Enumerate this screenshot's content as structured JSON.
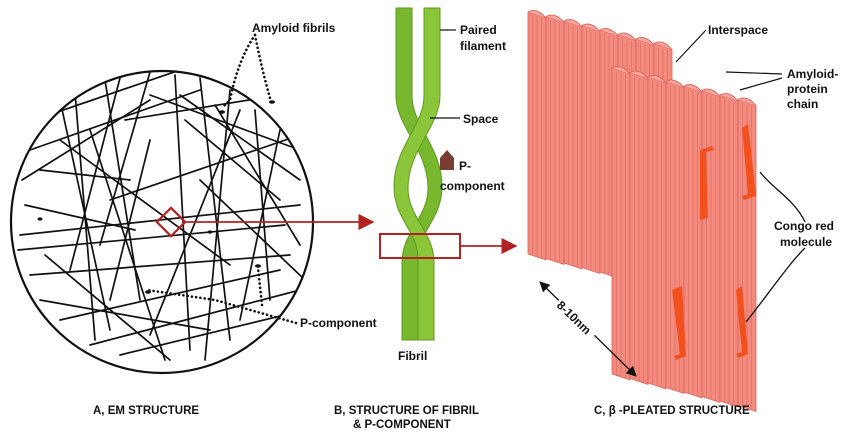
{
  "panel_a": {
    "label_fibrils": "Amyloid fibrils",
    "label_pcomp": "P-component",
    "caption": "A, EM STRUCTURE"
  },
  "panel_b": {
    "label_paired_1": "Paired",
    "label_paired_2": "filament",
    "label_space": "Space",
    "label_pcomp_1": "P-",
    "label_pcomp_2": "component",
    "label_fibril": "Fibril",
    "caption_1": "B, STRUCTURE OF FIBRIL",
    "caption_2": "& P-COMPONENT"
  },
  "panel_c": {
    "label_interspace": "Interspace",
    "label_chain_1": "Amyloid-",
    "label_chain_2": "protein",
    "label_chain_3": "chain",
    "label_congo_1": "Congo red",
    "label_congo_2": "molecule",
    "label_size": "8-10nm",
    "caption": "C, β -PLEATED STRUCTURE"
  },
  "colors": {
    "fibril_green": "#77b82e",
    "sheet_salmon": "#f4897e",
    "congo_orange": "#f2511d",
    "connector_red": "#b22222",
    "pcomponent_brown": "#7a3d33"
  }
}
